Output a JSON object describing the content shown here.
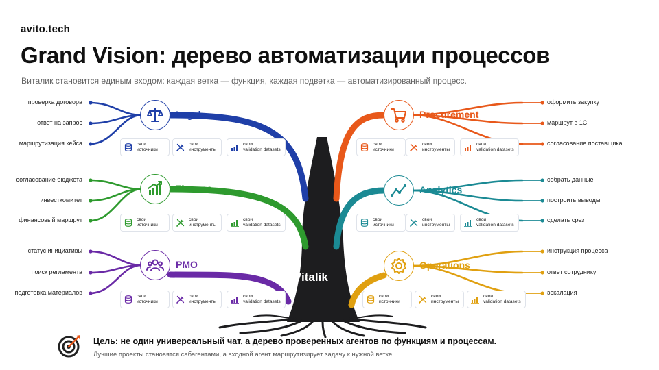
{
  "brand": "avito.tech",
  "title": "Grand Vision: дерево автоматизации процессов",
  "subtitle": "Виталик становится единым входом: каждая ветка — функция, каждая подветка — автоматизированный процесс.",
  "center": "Vitalik",
  "chip_labels": {
    "sources": "свои\nисточники",
    "tools": "свои\nинструменты",
    "datasets": "свои\nvalidation datasets"
  },
  "branches": [
    {
      "id": "legal",
      "label": "Legal",
      "color": "#1f3fa8",
      "icon": "scales-icon",
      "leaves": [
        "проверка договора",
        "ответ на запрос",
        "маршрутизация кейса"
      ]
    },
    {
      "id": "finance",
      "label": "Finance",
      "color": "#2e9a2e",
      "icon": "growth-chart-icon",
      "leaves": [
        "согласование бюджета",
        "инвесткомитет",
        "финансовый маршрут"
      ]
    },
    {
      "id": "pmo",
      "label": "PMO",
      "color": "#6a2aa6",
      "icon": "team-icon",
      "leaves": [
        "статус инициативы",
        "поиск регламента",
        "подготовка материалов"
      ]
    },
    {
      "id": "procurement",
      "label": "Procurement",
      "color": "#e8581a",
      "icon": "cart-icon",
      "leaves": [
        "оформить закупку",
        "маршрут в 1С",
        "согласование поставщика"
      ]
    },
    {
      "id": "analytics",
      "label": "Analytics",
      "color": "#1b8a94",
      "icon": "line-chart-icon",
      "leaves": [
        "собрать данные",
        "построить выводы",
        "сделать срез"
      ]
    },
    {
      "id": "operations",
      "label": "Operations",
      "color": "#e0a010",
      "icon": "gear-icon",
      "leaves": [
        "инструкция процесса",
        "ответ сотруднику",
        "эскалация"
      ]
    }
  ],
  "goal": {
    "main": "Цель: не один универсальный чат, а дерево проверенных агентов по функциям и процессам.",
    "sub": "Лучшие проекты становятся сабагентами, а входной агент маршрутизирует задачу к нужной ветке.",
    "icon": "target-icon"
  }
}
